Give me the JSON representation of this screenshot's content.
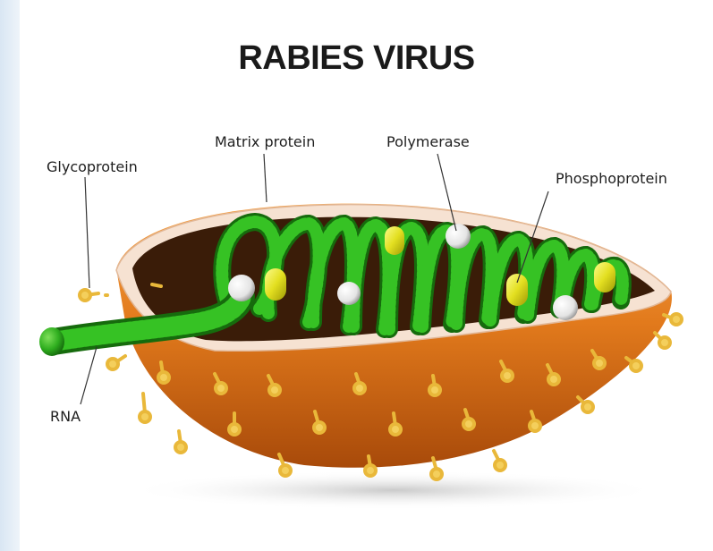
{
  "title": "RABIES VIRUS",
  "labels": {
    "glycoprotein": "Glycoprotein",
    "matrix_protein": "Matrix protein",
    "polymerase": "Polymerase",
    "phosphoprotein": "Phosphoprotein",
    "rna": "RNA"
  },
  "colors": {
    "envelope": "#e0781a",
    "matrix_layer": "#f6e2d2",
    "interior": "#3a1c08",
    "rna": "#2fae1f",
    "phosphoprotein": "#e7e52c",
    "polymerase": "#f4f4f4",
    "glycoprotein": "#f0c64a"
  }
}
